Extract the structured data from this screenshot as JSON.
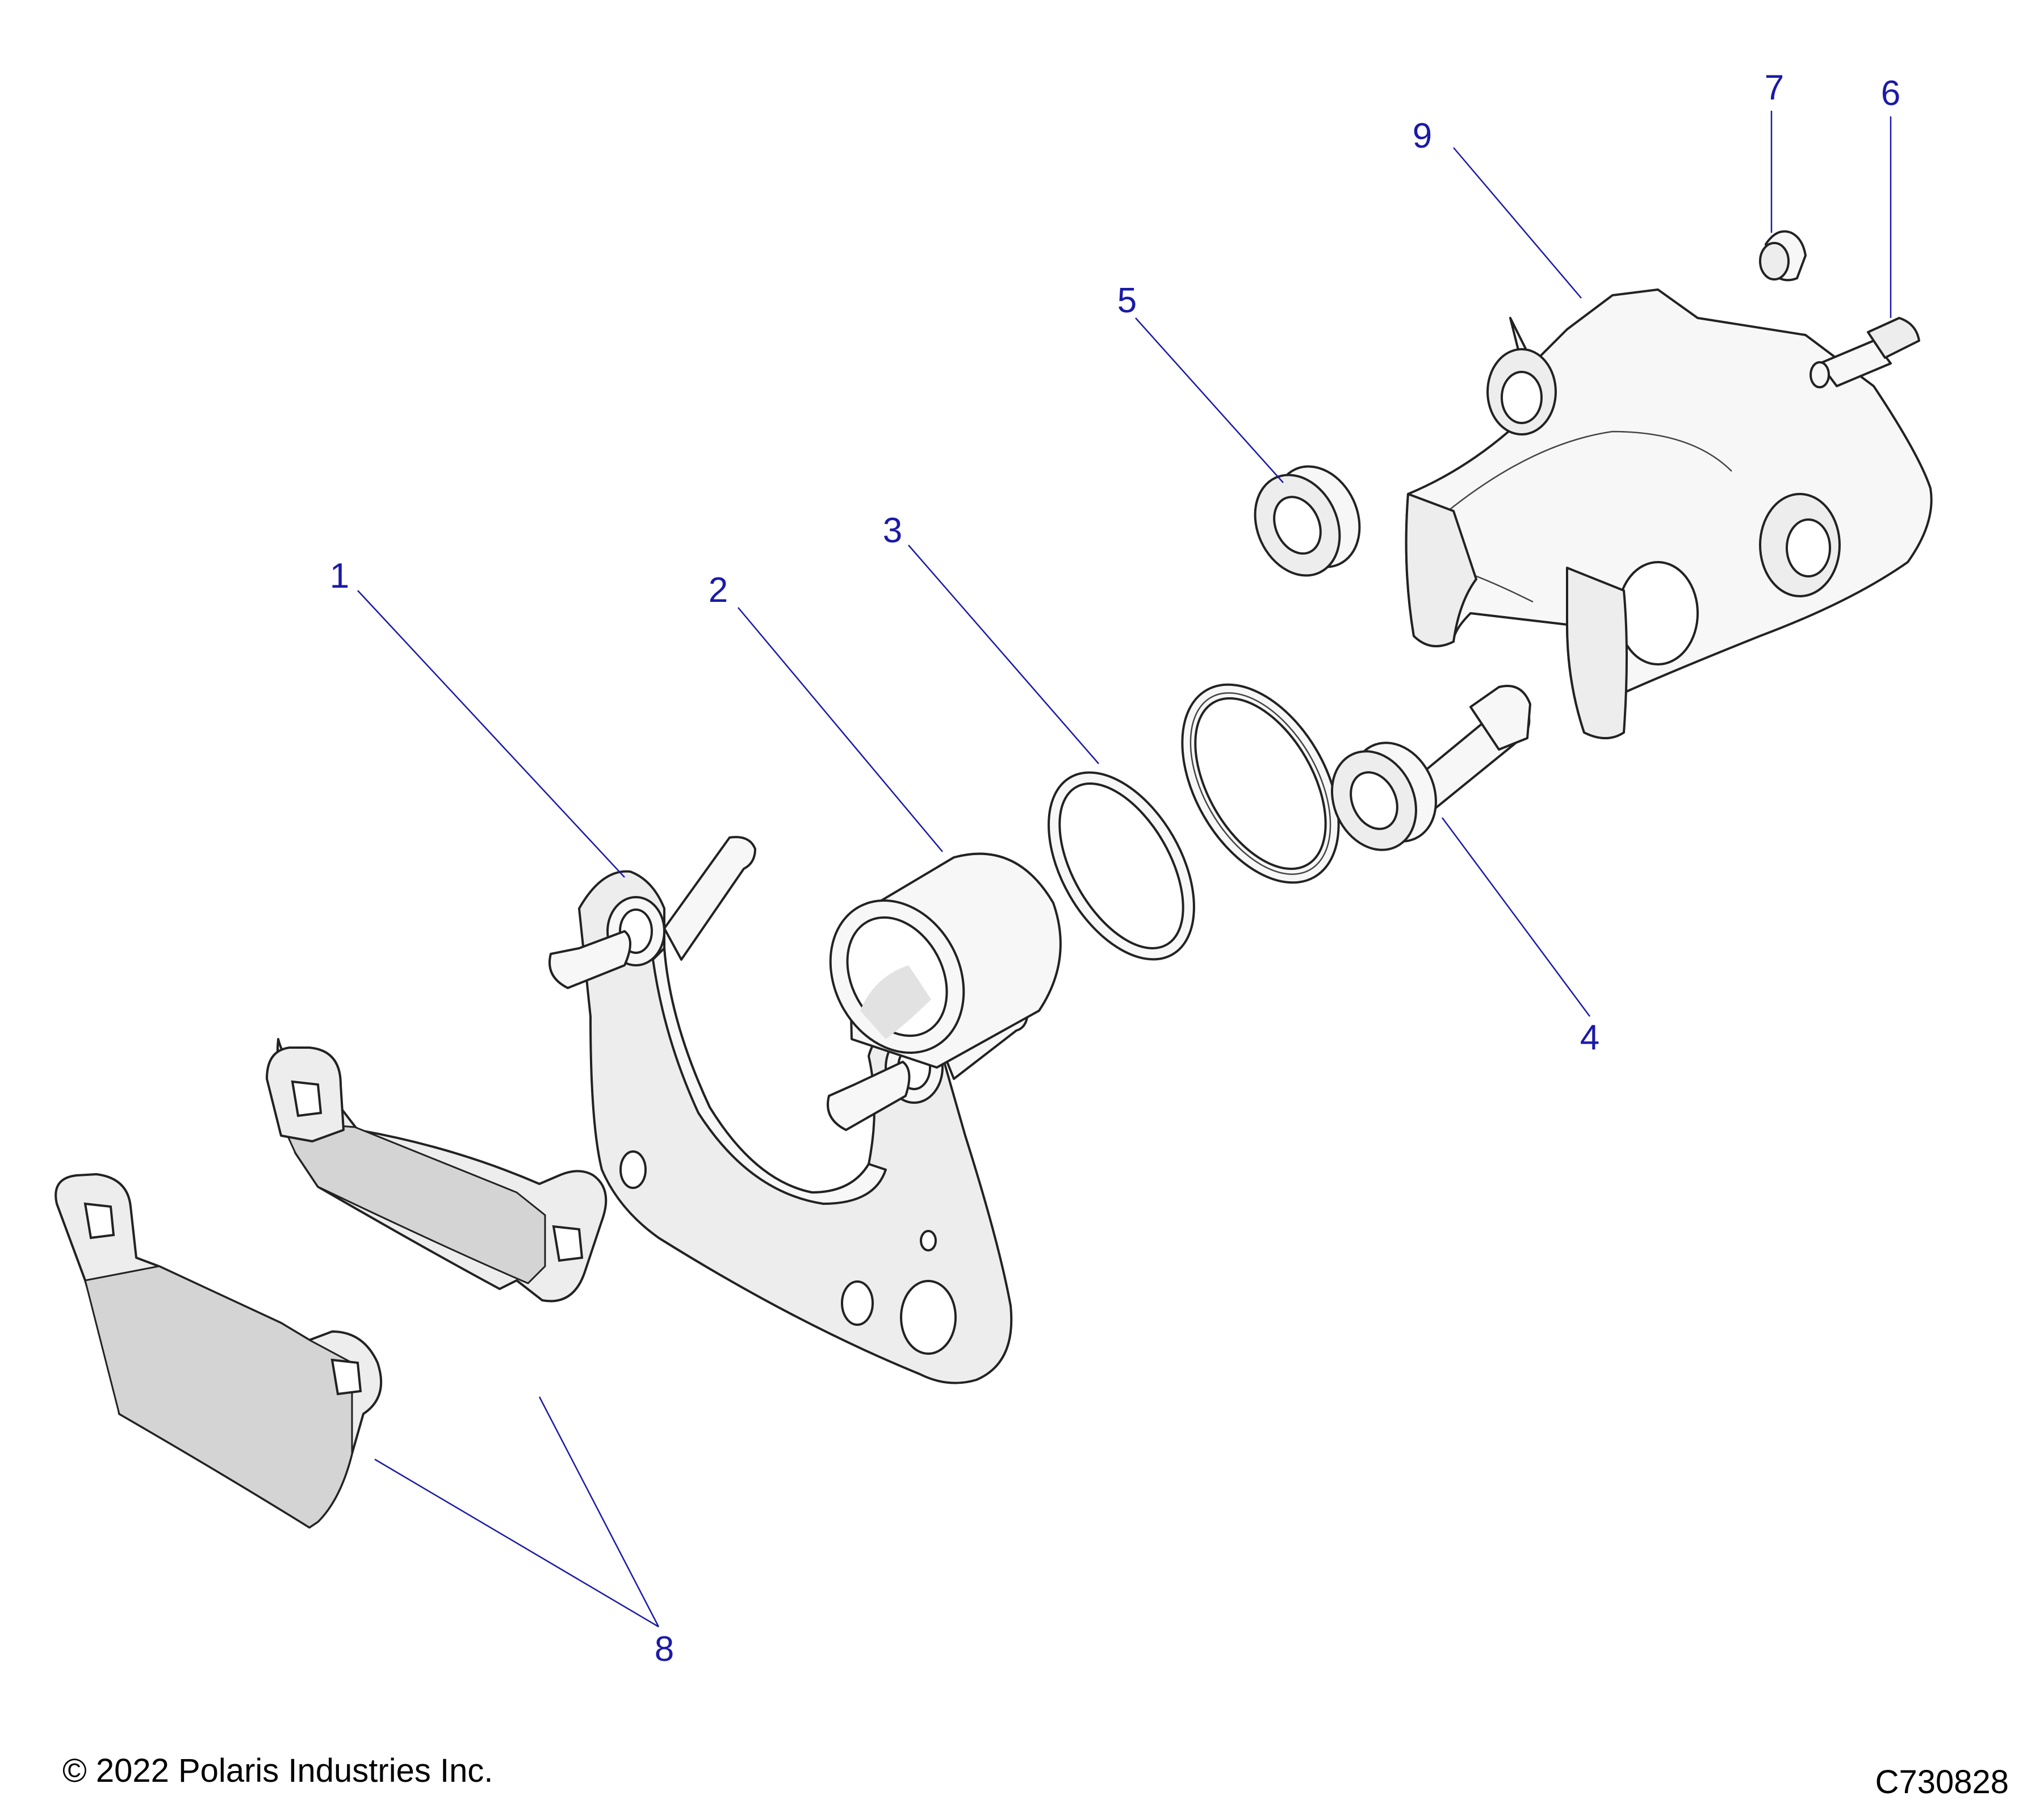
{
  "callouts": {
    "c1": "1",
    "c2": "2",
    "c3": "3",
    "c4": "4",
    "c5": "5",
    "c6": "6",
    "c7": "7",
    "c8": "8",
    "c9": "9"
  },
  "footer": {
    "copyright": "© 2022 Polaris Industries Inc.",
    "figure_id": "C730828"
  },
  "colors": {
    "callout": "#1a1aa8",
    "part_fill": "#ededed",
    "outline": "#222222"
  }
}
